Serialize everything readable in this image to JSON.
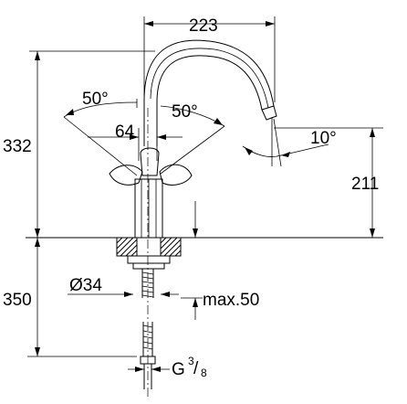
{
  "drawing": {
    "dim_spout_reach": "223",
    "dim_total_height": "332",
    "dim_spout_height": "211",
    "dim_handle_spacing": "64",
    "dim_angle_left": "50°",
    "dim_angle_right": "50°",
    "dim_spout_angle": "10°",
    "dim_below_deck": "350",
    "dim_hole_diameter": "Ø34",
    "dim_deck_thickness": "max.50",
    "dim_connection_prefix": "G",
    "dim_connection_num": "3",
    "dim_connection_den": "8"
  }
}
